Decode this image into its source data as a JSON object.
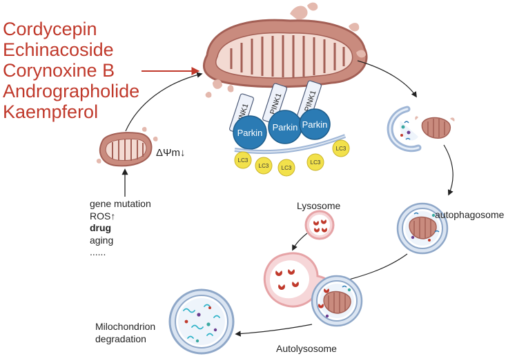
{
  "drugs": [
    "Cordycepin",
    "Echinacoside",
    "Corynoxine B",
    "Andrographolide",
    "Kaempferol"
  ],
  "pink1_label": "PINK1",
  "parkin_label": "Parkin",
  "lc3_label": "LC3",
  "membrane_potential": "ΔΨm↓",
  "causes": [
    "gene mutation",
    "ROS↑",
    "drug",
    "aging",
    "......"
  ],
  "labels": {
    "lysosome": "Lysosome",
    "autophagosome": "autophagosome",
    "autolysosome": "Autolysosome",
    "degradation_line1": "Milochondrion",
    "degradation_line2": "degradation"
  },
  "colors": {
    "drug_text": "#c0392b",
    "arrow_red": "#c0392b",
    "mito_fill": "#c98b7e",
    "mito_outline": "#a35f55",
    "parkin": "#2b7bb4",
    "lc3": "#f2e14b",
    "membrane": "#9fb6d6",
    "lysosome": "#e6a3a6",
    "lysosome_dot": "#c0392b"
  }
}
